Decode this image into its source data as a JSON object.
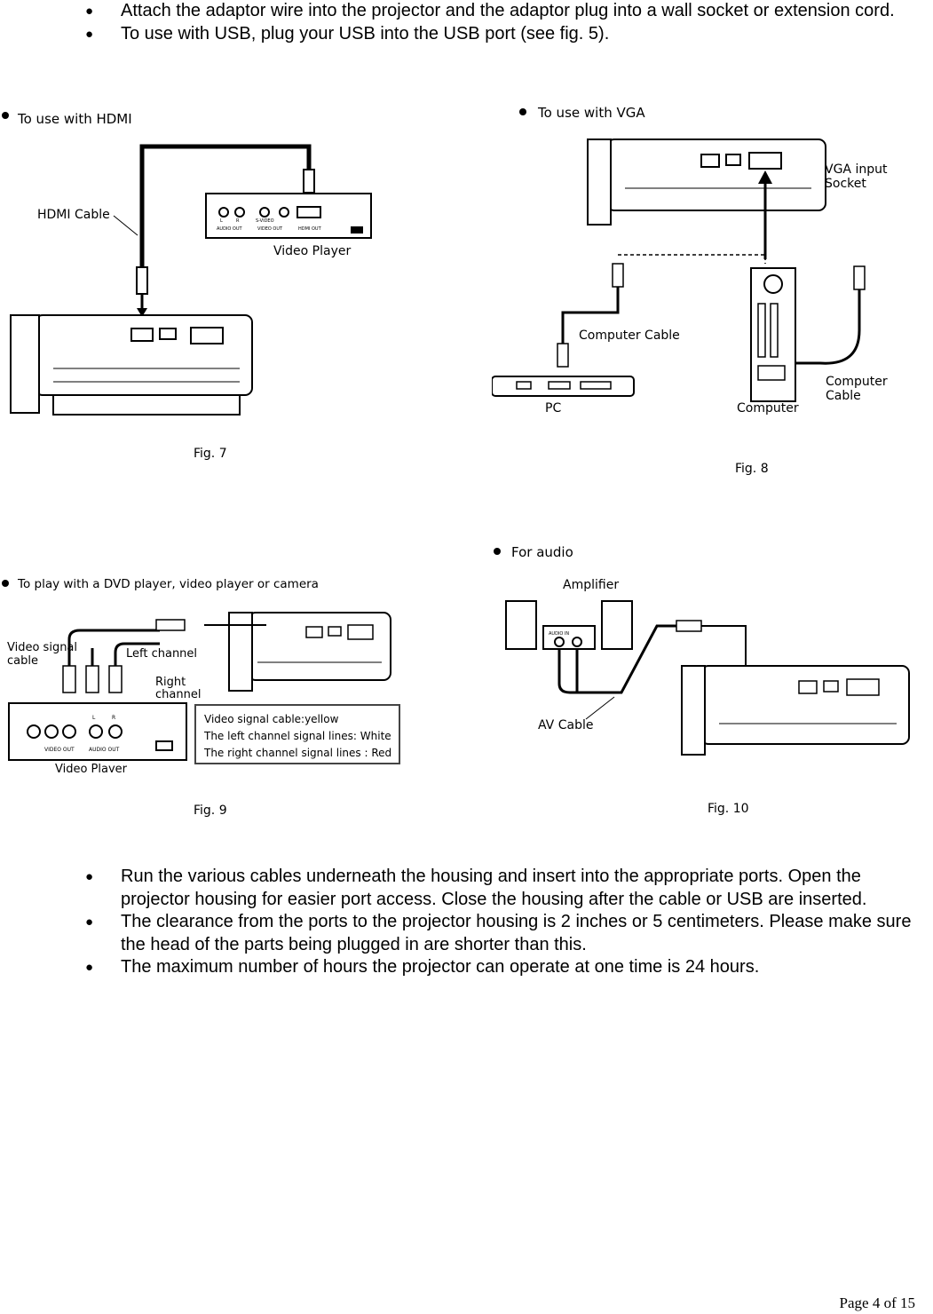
{
  "bullets_top": [
    "Attach the adaptor wire into the projector and the adaptor plug into a wall socket or extension cord.",
    "To use with USB, plug your USB into the USB port (see fig. 5)."
  ],
  "fig7": {
    "heading": "To use with HDMI",
    "cable_label": "HDMI Cable",
    "device_label": "Video Player",
    "port_labels": [
      "AUDIO OUT",
      "VIDEO OUT",
      "HDMI OUT",
      "L",
      "R",
      "S-VIDEO"
    ],
    "caption": "Fig. 7"
  },
  "fig8": {
    "heading": "To use with VGA",
    "socket_label_1": "VGA input",
    "socket_label_2": "Socket",
    "cable_label_1": "Computer Cable",
    "cable_label_2a": "Computer",
    "cable_label_2b": "Cable",
    "pc_label": "PC",
    "computer_label": "Computer",
    "caption": "Fig. 8"
  },
  "fig9": {
    "heading": "To play with a DVD player, video player or camera",
    "video_signal_1": "Video signal",
    "video_signal_2": "cable",
    "left_channel": "Left channel",
    "right_channel_1": "Right",
    "right_channel_2": "channel",
    "device_label": "Video Player",
    "port_labels": [
      "VIDEO OUT",
      "AUDIO OUT",
      "L",
      "R"
    ],
    "legend_1": "Video signal cable:yellow",
    "legend_2": "The left channel signal lines: White",
    "legend_3": "The right channel signal lines : Red",
    "caption": "Fig. 9"
  },
  "fig10": {
    "heading": "For audio",
    "amplifier_label": "Amplifier",
    "cable_label": "AV Cable",
    "port_label": "AUDIO IN",
    "caption": "Fig. 10"
  },
  "bullets_bottom": [
    "Run the various cables underneath the housing and insert into the appropriate ports. Open the projector housing for easier port access. Close the housing after the cable or USB are inserted.",
    "The clearance from the ports to the projector housing is 2 inches or 5 centimeters. Please make sure the head of the parts being plugged in are shorter than this.",
    "The maximum number of hours the projector can operate at one time is 24 hours."
  ],
  "footer": {
    "page_label": "Page 4 of  15"
  }
}
